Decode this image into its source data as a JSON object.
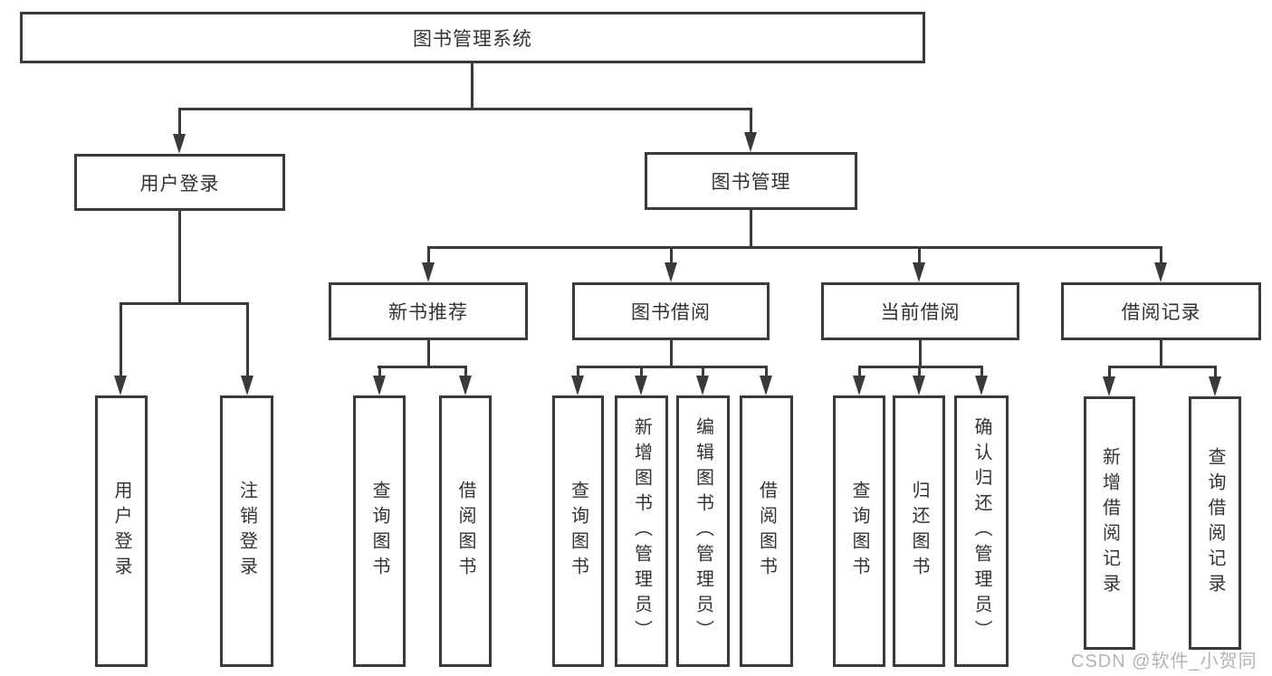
{
  "watermark": "CSDN @软件_小贺同学",
  "colors": {
    "line": "#3a3a3a",
    "box_border": "#3a3a3a",
    "text": "#333333",
    "watermark": "#b3b3b3",
    "background": "#ffffff"
  },
  "tree": {
    "label": "图书管理系统",
    "children": [
      {
        "label": "用户登录",
        "children": [
          {
            "label": "用户登录"
          },
          {
            "label": "注销登录"
          }
        ]
      },
      {
        "label": "图书管理",
        "children": [
          {
            "label": "新书推荐",
            "children": [
              {
                "label": "查询图书"
              },
              {
                "label": "借阅图书"
              }
            ]
          },
          {
            "label": "图书借阅",
            "children": [
              {
                "label": "查询图书"
              },
              {
                "label": "新增图书（管理员）"
              },
              {
                "label": "编辑图书（管理员）"
              },
              {
                "label": "借阅图书"
              }
            ]
          },
          {
            "label": "当前借阅",
            "children": [
              {
                "label": "查询图书"
              },
              {
                "label": "归还图书"
              },
              {
                "label": "确认归还（管理员）"
              }
            ]
          },
          {
            "label": "借阅记录",
            "children": [
              {
                "label": "新增借阅记录"
              },
              {
                "label": "查询借阅记录"
              }
            ]
          }
        ]
      }
    ]
  }
}
